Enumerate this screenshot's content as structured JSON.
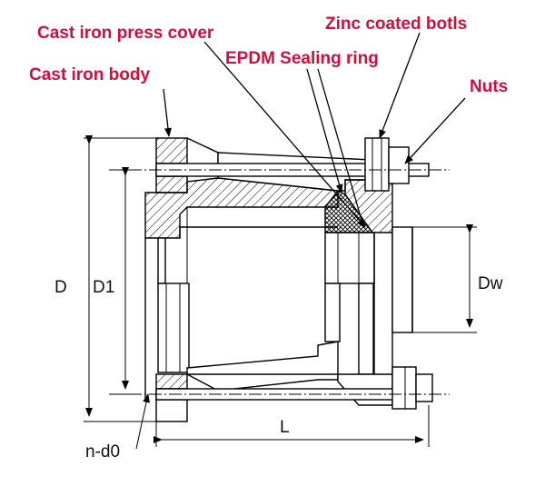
{
  "colors": {
    "callout": "#d0103a",
    "line": "#000000"
  },
  "callouts": {
    "cast_iron_press_cover": "Cast iron press cover",
    "zinc_coated_bolts": "Zinc coated botls",
    "epdm_sealing_ring": "EPDM Sealing ring",
    "cast_iron_body": "Cast iron body",
    "nuts": "Nuts"
  },
  "dimensions": {
    "d": "D",
    "d1": "D1",
    "dw": "Dw",
    "l": "L",
    "n_d0": "n-d0"
  }
}
